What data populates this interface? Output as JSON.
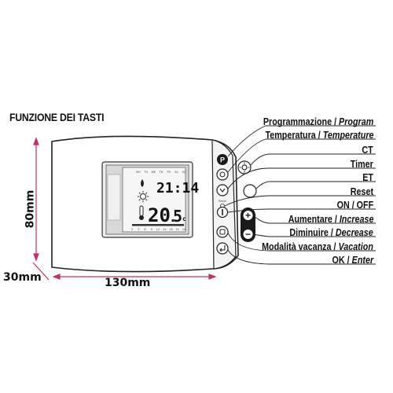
{
  "title": "FUNZIONE DEI TASTI",
  "dimensions": {
    "width": "130mm",
    "height": "80mm",
    "depth": "30mm"
  },
  "display": {
    "time": "21:14",
    "temp_int": "20",
    "temp_dec": "5",
    "temp_unit": "c",
    "days": [
      "MO",
      "TU",
      "WE",
      "TH",
      "FR",
      "SA",
      "SU"
    ],
    "hours": [
      "0",
      "3",
      "6",
      "9",
      "12",
      "15",
      "18",
      "21",
      "24"
    ]
  },
  "buttons": [
    {
      "name": "Programmazione",
      "sep": " / ",
      "en": "Program"
    },
    {
      "name": "Temperatura",
      "sep": " / ",
      "en": "Temperature"
    },
    {
      "name": "CT",
      "sep": "",
      "en": ""
    },
    {
      "name": "Timer",
      "sep": "",
      "en": ""
    },
    {
      "name": "ET",
      "sep": "",
      "en": ""
    },
    {
      "name": "Reset",
      "sep": "",
      "en": ""
    },
    {
      "name": "ON / OFF",
      "sep": "",
      "en": ""
    },
    {
      "name": "Aumentare",
      "sep": " / ",
      "en": "Increase"
    },
    {
      "name": "Diminuire",
      "sep": " / ",
      "en": "Decrease"
    },
    {
      "name": "Modalità vacanza",
      "sep": " / ",
      "en": "Vacation"
    },
    {
      "name": "OK",
      "sep": " / ",
      "en": "Enter"
    }
  ],
  "button_glyphs": {
    "program": "P",
    "reset": "Reset",
    "plus": "+",
    "minus": "−"
  }
}
